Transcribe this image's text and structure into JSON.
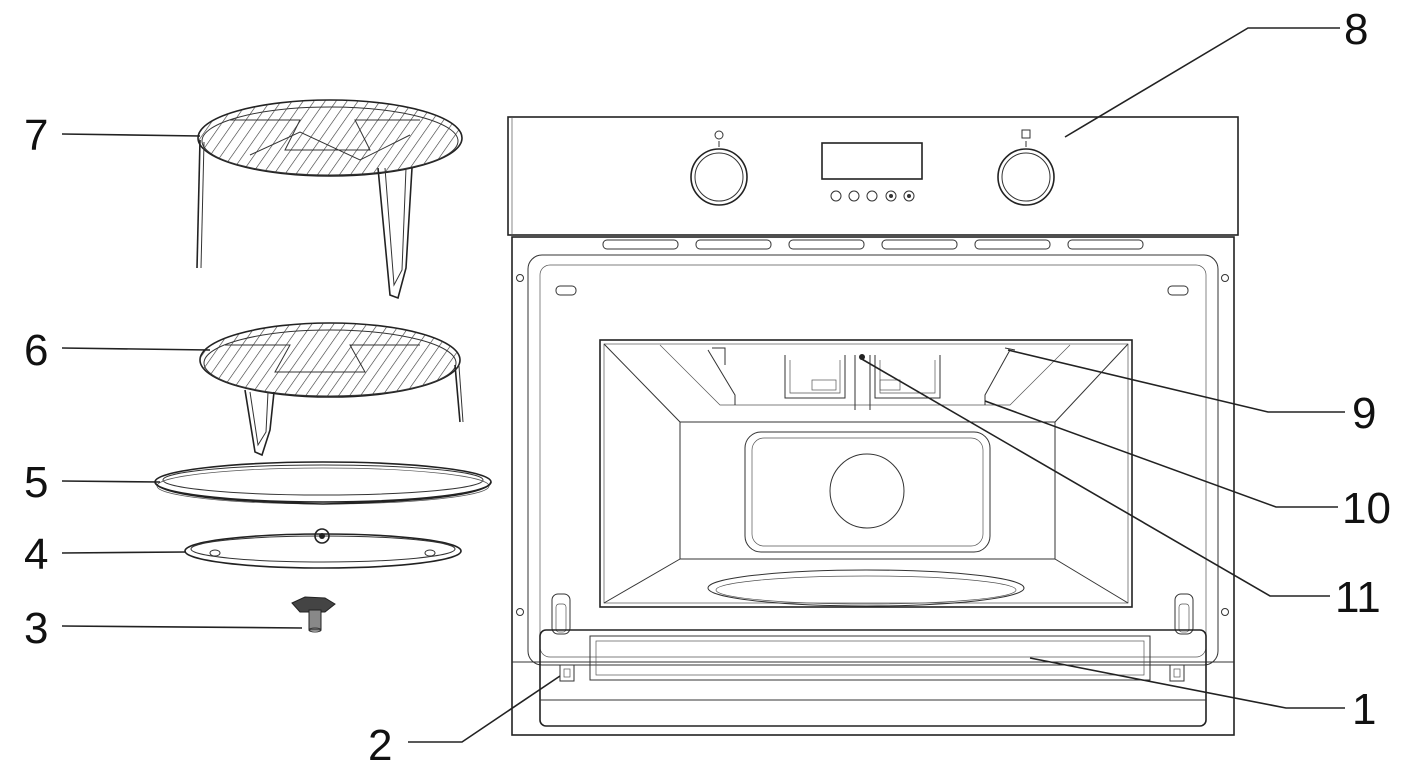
{
  "labels": {
    "l1": "1",
    "l2": "2",
    "l3": "3",
    "l4": "4",
    "l5": "5",
    "l6": "6",
    "l7": "7",
    "l8": "8",
    "l9": "9",
    "l10": "10",
    "l11": "11"
  },
  "colors": {
    "line": "#222222",
    "background": "#ffffff"
  }
}
